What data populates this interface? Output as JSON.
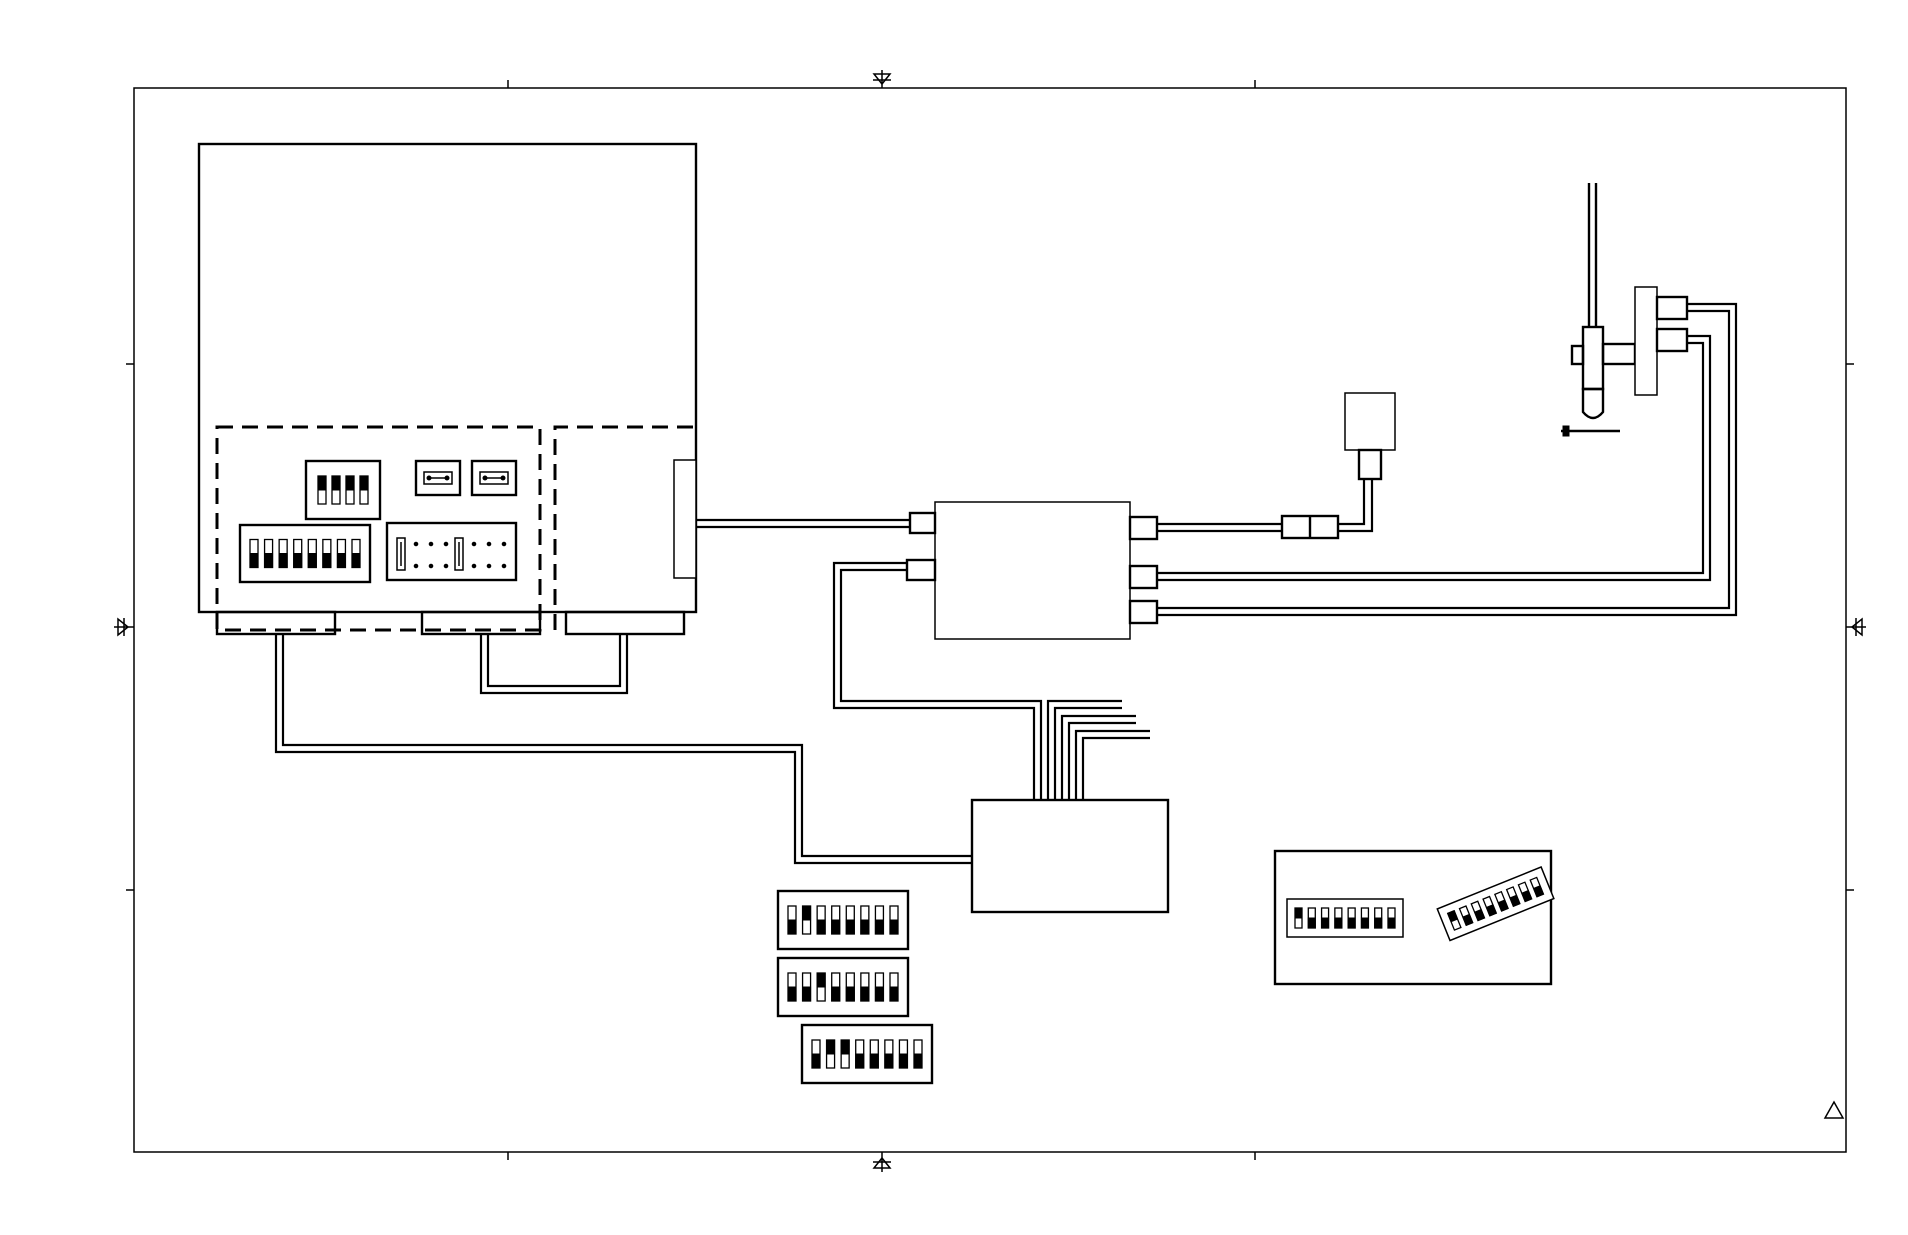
{
  "diagram": {
    "colors": {
      "line": "#000000",
      "paper": "#ffffff"
    },
    "components": [
      {
        "id": "main-unit",
        "kind": "enclosure"
      },
      {
        "id": "interface-unit",
        "kind": "box"
      },
      {
        "id": "control-unit",
        "kind": "box"
      },
      {
        "id": "sensor-unit",
        "kind": "box"
      },
      {
        "id": "probe-assembly",
        "kind": "assembly"
      },
      {
        "id": "connector",
        "kind": "inline-connector"
      },
      {
        "id": "dip-switch-detail",
        "kind": "detail-inset"
      }
    ],
    "dip_switch_banks": [
      {
        "id": "main-unit-sw-4",
        "positions": 4,
        "states": [
          "up",
          "up",
          "up",
          "up"
        ]
      },
      {
        "id": "main-unit-sw-8",
        "positions": 8,
        "states": [
          "down",
          "down",
          "down",
          "down",
          "down",
          "down",
          "down",
          "down"
        ]
      },
      {
        "id": "config-a",
        "positions": 8,
        "states": [
          "down",
          "up",
          "down",
          "down",
          "down",
          "down",
          "down",
          "down"
        ]
      },
      {
        "id": "config-b",
        "positions": 8,
        "states": [
          "down",
          "down",
          "up",
          "down",
          "down",
          "down",
          "down",
          "down"
        ]
      },
      {
        "id": "config-c",
        "positions": 8,
        "states": [
          "down",
          "up",
          "up",
          "down",
          "down",
          "down",
          "down",
          "down"
        ]
      },
      {
        "id": "detail-straight",
        "positions": 8,
        "states": [
          "up",
          "down",
          "down",
          "down",
          "down",
          "down",
          "down",
          "down"
        ]
      },
      {
        "id": "detail-angled",
        "positions": 8,
        "states": [
          "up",
          "down",
          "down",
          "down",
          "down",
          "down",
          "down",
          "down"
        ]
      }
    ],
    "connections": [
      {
        "from": "main-unit",
        "to": "interface-unit",
        "style": "double-line"
      },
      {
        "from": "interface-unit",
        "to": "connector",
        "style": "double-line"
      },
      {
        "from": "connector",
        "to": "sensor-unit",
        "style": "double-line"
      },
      {
        "from": "interface-unit",
        "to": "probe-assembly",
        "style": "double-line"
      },
      {
        "from": "interface-unit",
        "to": "probe-assembly",
        "style": "double-line"
      },
      {
        "from": "interface-unit",
        "to": "control-unit",
        "style": "double-line"
      },
      {
        "from": "main-unit",
        "to": "control-unit",
        "style": "double-line"
      },
      {
        "from": "main-unit",
        "to": "main-unit",
        "style": "double-line"
      }
    ],
    "revision_marker": "triangle"
  }
}
